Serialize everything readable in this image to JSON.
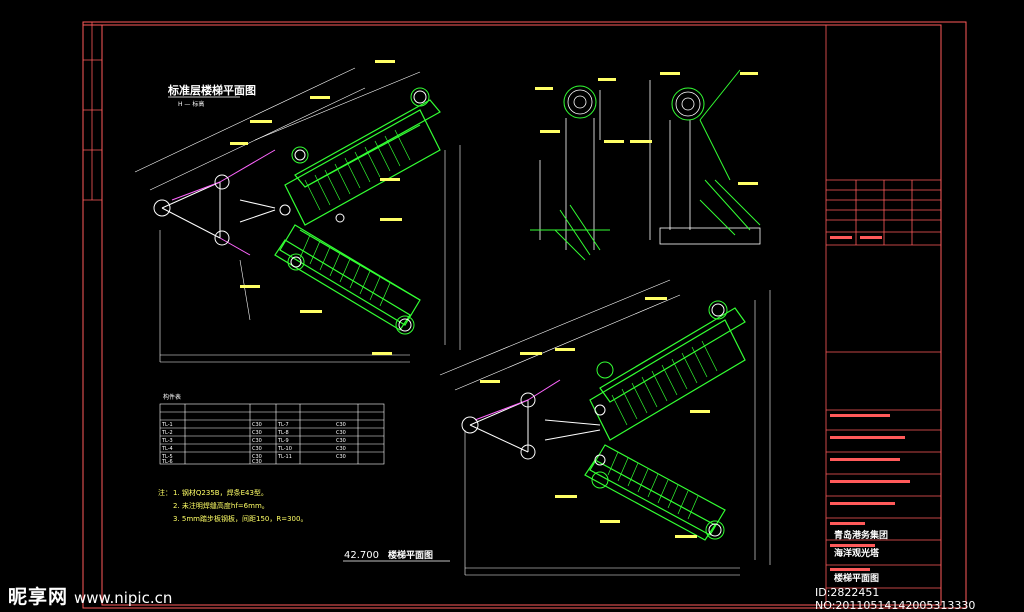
{
  "titles": {
    "plan_top": "标准层楼梯平面图",
    "plan_top_note": "H — 标高",
    "plan_bottom": "楼梯平面图",
    "plan_bottom_level": "42.700"
  },
  "table": {
    "title": "构件表",
    "rows": [
      [
        "TL-1",
        "C30",
        "TL-7",
        "C30"
      ],
      [
        "TL-2",
        "C30",
        "TL-8",
        "C30"
      ],
      [
        "TL-3",
        "C30",
        "TL-9",
        "C30"
      ],
      [
        "TL-4",
        "C30",
        "TL-10",
        "C30"
      ],
      [
        "TL-5",
        "C30",
        "TL-11",
        "C30"
      ],
      [
        "TL-6",
        "C30",
        "",
        ""
      ]
    ]
  },
  "notes": {
    "prefix": "注：",
    "items": [
      "1.  钢材Q235B，焊条E43型。",
      "2.  未注明焊缝高度hf=6mm。",
      "3.  5mm踏步板钢板，间距150，R=300。"
    ]
  },
  "title_block": {
    "client": "青岛港务集团",
    "project": "海洋观光塔",
    "drawing": "楼梯平面图"
  },
  "watermark": {
    "brand": "昵享网",
    "url": "www.nipic.cn",
    "id": "ID:2822451 NO:20110514142005313330"
  },
  "colors": {
    "background": "#000000",
    "frame": "#ff5a5a",
    "stair": "#33ff33",
    "lines": "#ffffff",
    "dims": "#ffff66",
    "accent": "#ff66ff"
  }
}
